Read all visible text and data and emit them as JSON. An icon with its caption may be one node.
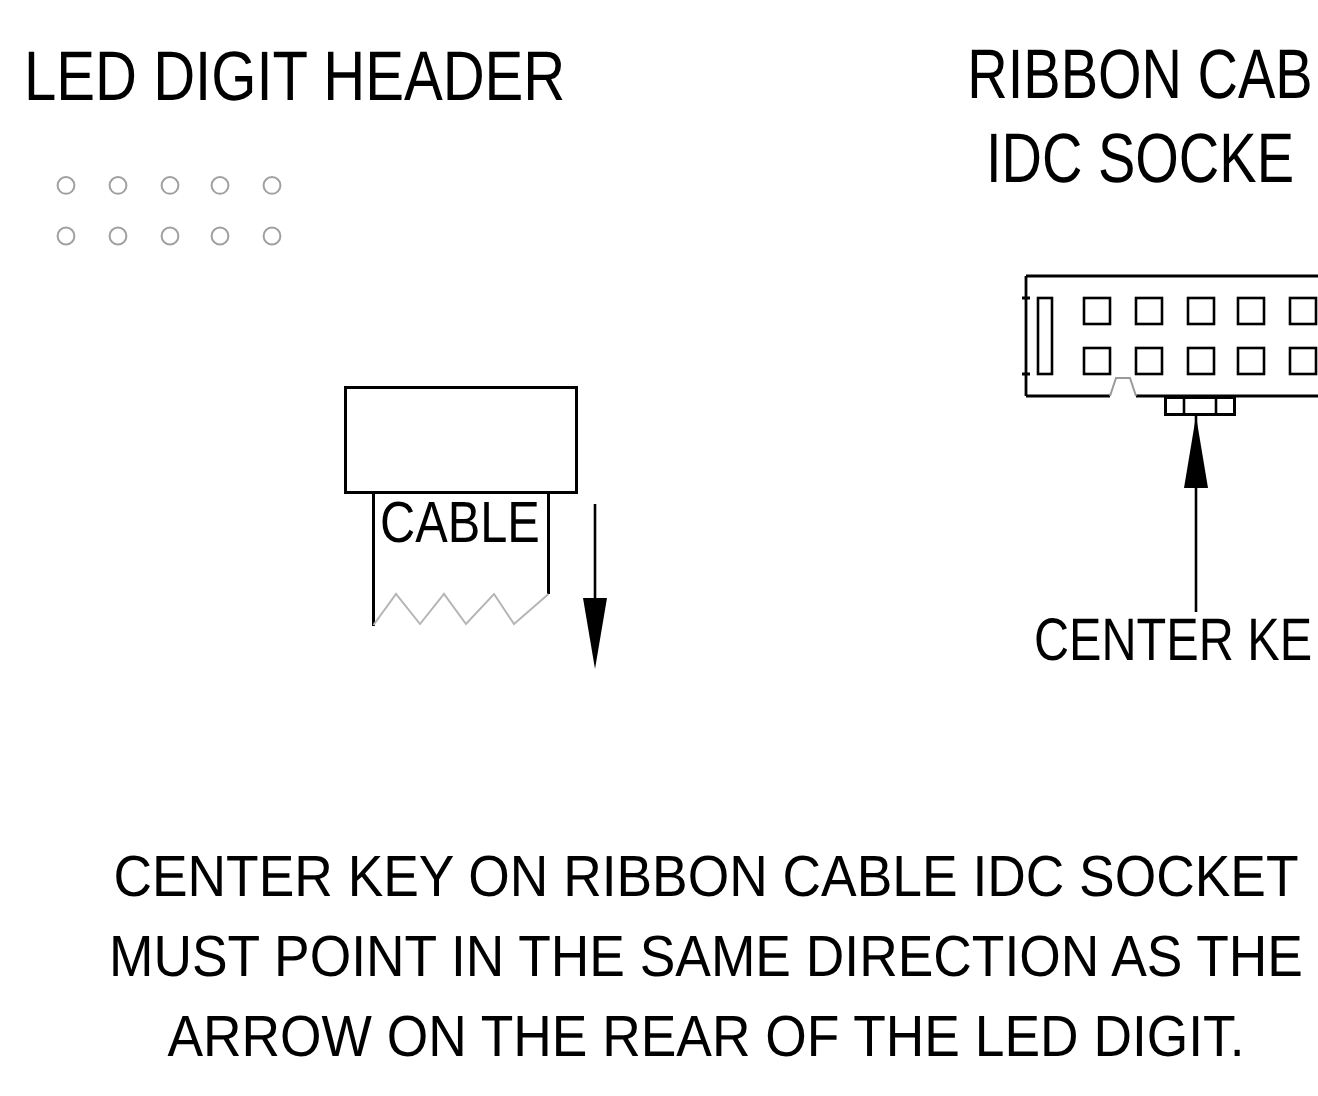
{
  "diagram": {
    "nodes": [
      {
        "text": [
          "CABLE"
        ]
      },
      {
        "text": [],
        "shape": "box"
      },
      {
        "text": [
          "CENTER KE"
        ]
      }
    ],
    "edges": [
      {
        "from": 2,
        "to": 1,
        "arrow": "to"
      }
    ],
    "labels": [
      "LED DIGIT HEADER",
      "RIBBON CAB IDC SOCKE",
      "CENTER KEY ON RIBBON CABLE IDC SOCKET MUST POINT IN THE SAME DIRECTION AS THE ARROW ON THE REAR OF THE LED DIGIT."
    ]
  }
}
